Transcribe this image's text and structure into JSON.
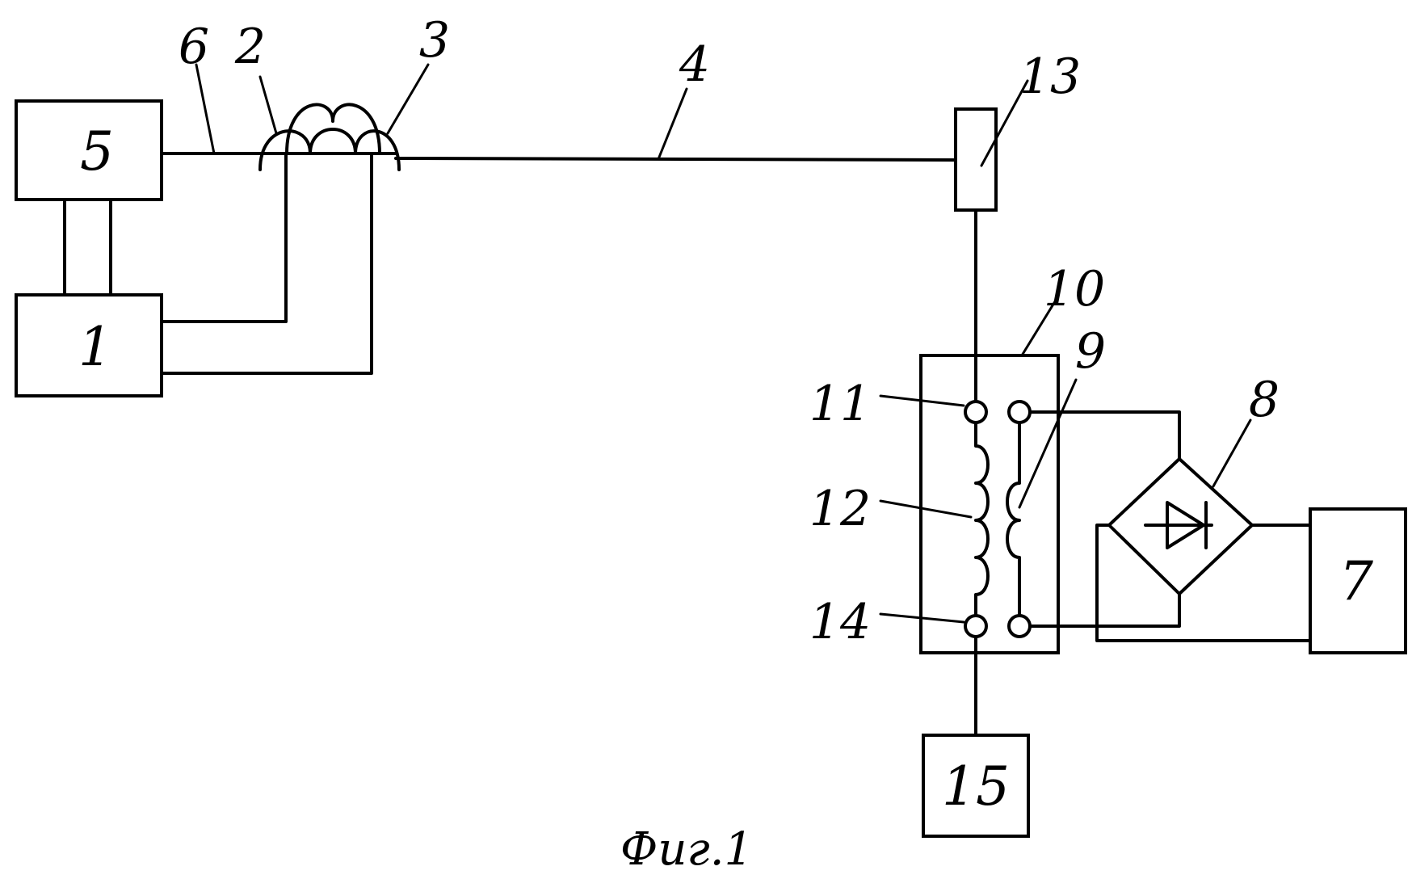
{
  "caption": "Фиг.1",
  "blocks": {
    "b5": "5",
    "b1": "1",
    "b7": "7",
    "b15": "15"
  },
  "labels": {
    "l6": "6",
    "l2": "2",
    "l3": "3",
    "l4": "4",
    "l13": "13",
    "l10": "10",
    "l9": "9",
    "l8": "8",
    "l11": "11",
    "l12": "12",
    "l14": "14"
  }
}
